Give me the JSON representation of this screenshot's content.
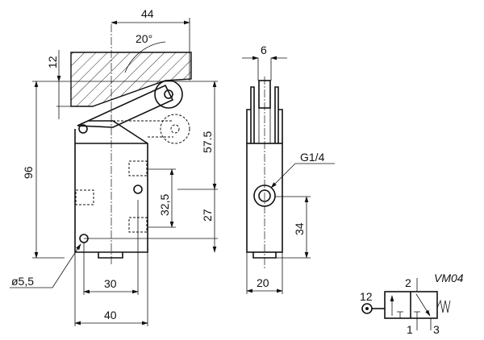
{
  "drawing": {
    "model": "VM04",
    "front_view": {
      "dim_width_top": "44",
      "dim_angle": "20°",
      "dim_stroke": "12",
      "dim_height_total": "96",
      "dim_roller_height": "57.5",
      "dim_hole_spacing": "32,5",
      "dim_port_height": "27",
      "dim_hole_pitch": "30",
      "dim_body_width": "40",
      "dim_hole_diameter": "ø5,5"
    },
    "side_view": {
      "dim_roller_width": "6",
      "port_thread": "G1/4",
      "dim_port_height": "34",
      "dim_body_depth": "20"
    },
    "symbol": {
      "port_12": "12",
      "port_2": "2",
      "port_1": "1",
      "port_3": "3"
    }
  }
}
